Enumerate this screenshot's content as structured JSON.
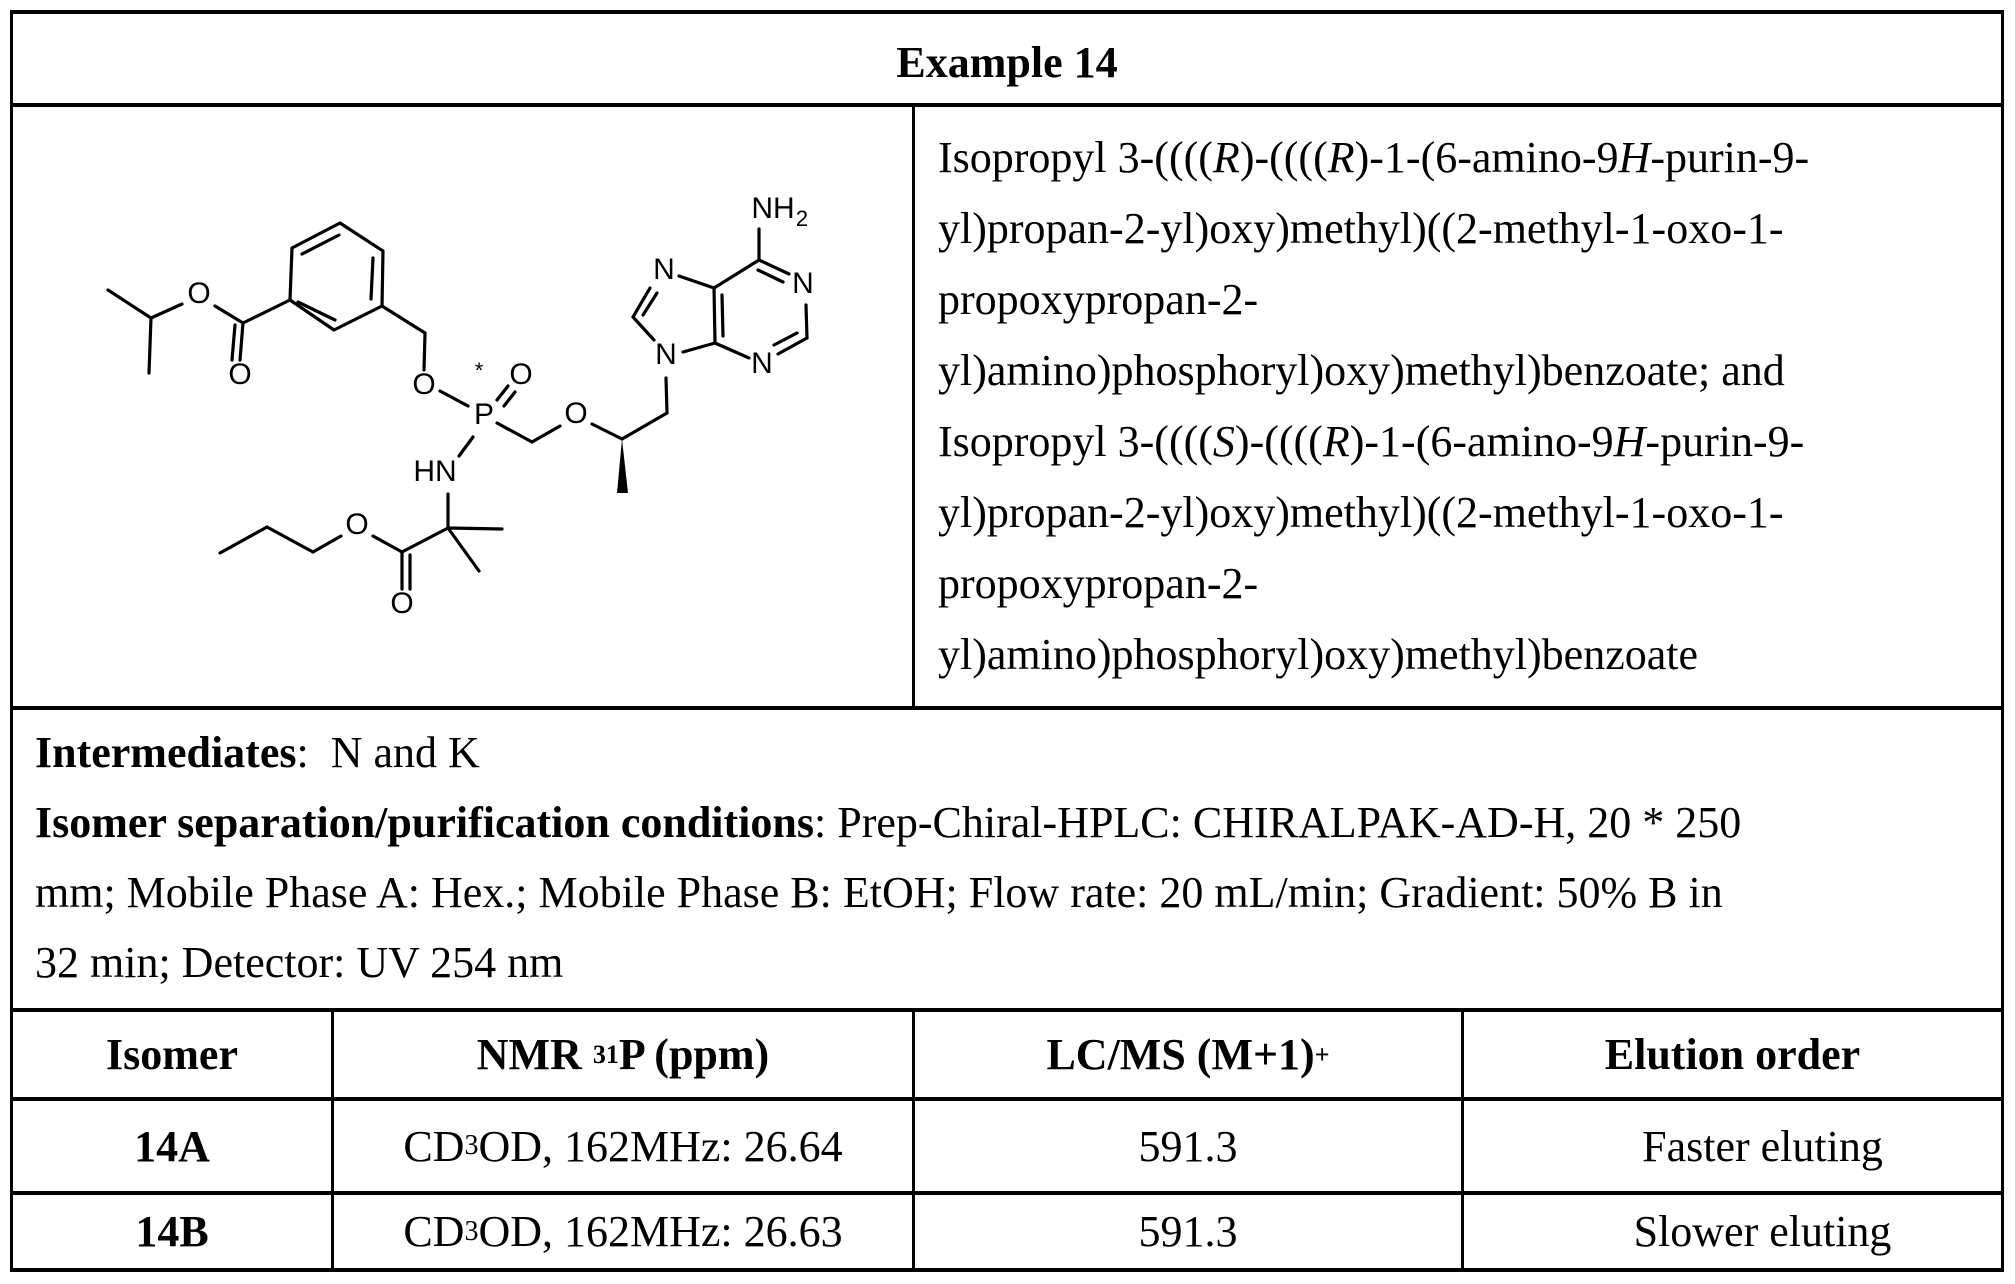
{
  "title": "Example 14",
  "structure": {
    "atom_labels": {
      "ester_o": "O",
      "carbonyl_o": "O",
      "benzyl_o": "O",
      "p": "P",
      "p_star": "*",
      "p_oxo": "O",
      "nh": "HN",
      "ether_o": "O",
      "amide_ester_o": "O",
      "amide_carbonyl_o": "O",
      "n7": "N",
      "n9": "N",
      "n1": "N",
      "n3": "N",
      "nh2": "NH",
      "nh2_sub": "2"
    }
  },
  "compound_name": {
    "lines": [
      {
        "parts": [
          {
            "t": "Isopropyl 3-((((",
            "i": false
          },
          {
            "t": "R",
            "i": true
          },
          {
            "t": ")-((((",
            "i": false
          },
          {
            "t": "R",
            "i": true
          },
          {
            "t": ")-1-(6-amino-9",
            "i": false
          },
          {
            "t": "H",
            "i": true
          },
          {
            "t": "-purin-9-",
            "i": false
          }
        ]
      },
      {
        "parts": [
          {
            "t": "yl)propan-2-yl)oxy)methyl)((2-methyl-1-oxo-1-",
            "i": false
          }
        ]
      },
      {
        "parts": [
          {
            "t": "propoxypropan-2-",
            "i": false
          }
        ]
      },
      {
        "parts": [
          {
            "t": "yl)amino)phosphoryl)oxy)methyl)benzoate; and",
            "i": false
          }
        ]
      },
      {
        "parts": [
          {
            "t": "Isopropyl 3-((((",
            "i": false
          },
          {
            "t": "S",
            "i": true
          },
          {
            "t": ")-((((",
            "i": false
          },
          {
            "t": "R",
            "i": true
          },
          {
            "t": ")-1-(6-amino-9",
            "i": false
          },
          {
            "t": "H",
            "i": true
          },
          {
            "t": "-purin-9-",
            "i": false
          }
        ]
      },
      {
        "parts": [
          {
            "t": "yl)propan-2-yl)oxy)methyl)((2-methyl-1-oxo-1-",
            "i": false
          }
        ]
      },
      {
        "parts": [
          {
            "t": "propoxypropan-2-",
            "i": false
          }
        ]
      },
      {
        "parts": [
          {
            "t": "yl)amino)phosphoryl)oxy)methyl)benzoate",
            "i": false
          }
        ]
      }
    ]
  },
  "intermediates": {
    "label": "Intermediates",
    "value": ":  N and K",
    "conditions_label": "Isomer separation/purification conditions",
    "conditions_line1": ": Prep-Chiral-HPLC: CHIRALPAK-AD-H, 20 * 250",
    "conditions_line2": "mm; Mobile Phase A: Hex.; Mobile Phase B: EtOH; Flow rate: 20 mL/min; Gradient: 50% B in",
    "conditions_line3": "32 min; Detector: UV 254 nm"
  },
  "data_table": {
    "headers": {
      "isomer": "Isomer",
      "nmr_prefix": "NMR ",
      "nmr_sup": "31",
      "nmr_suffix": "P (ppm)",
      "lcms": "LC/MS (M+1)",
      "lcms_sup": "+",
      "elution": "Elution order"
    },
    "rows": [
      {
        "isomer": "14A",
        "nmr_a": "CD",
        "nmr_sub": "3",
        "nmr_b": "OD, 162MHz: 26.64",
        "lcms": "591.3",
        "elution": "Faster eluting"
      },
      {
        "isomer": "14B",
        "nmr_a": "CD",
        "nmr_sub": "3",
        "nmr_b": "OD, 162MHz: 26.63",
        "lcms": "591.3",
        "elution": "Slower eluting"
      }
    ]
  }
}
